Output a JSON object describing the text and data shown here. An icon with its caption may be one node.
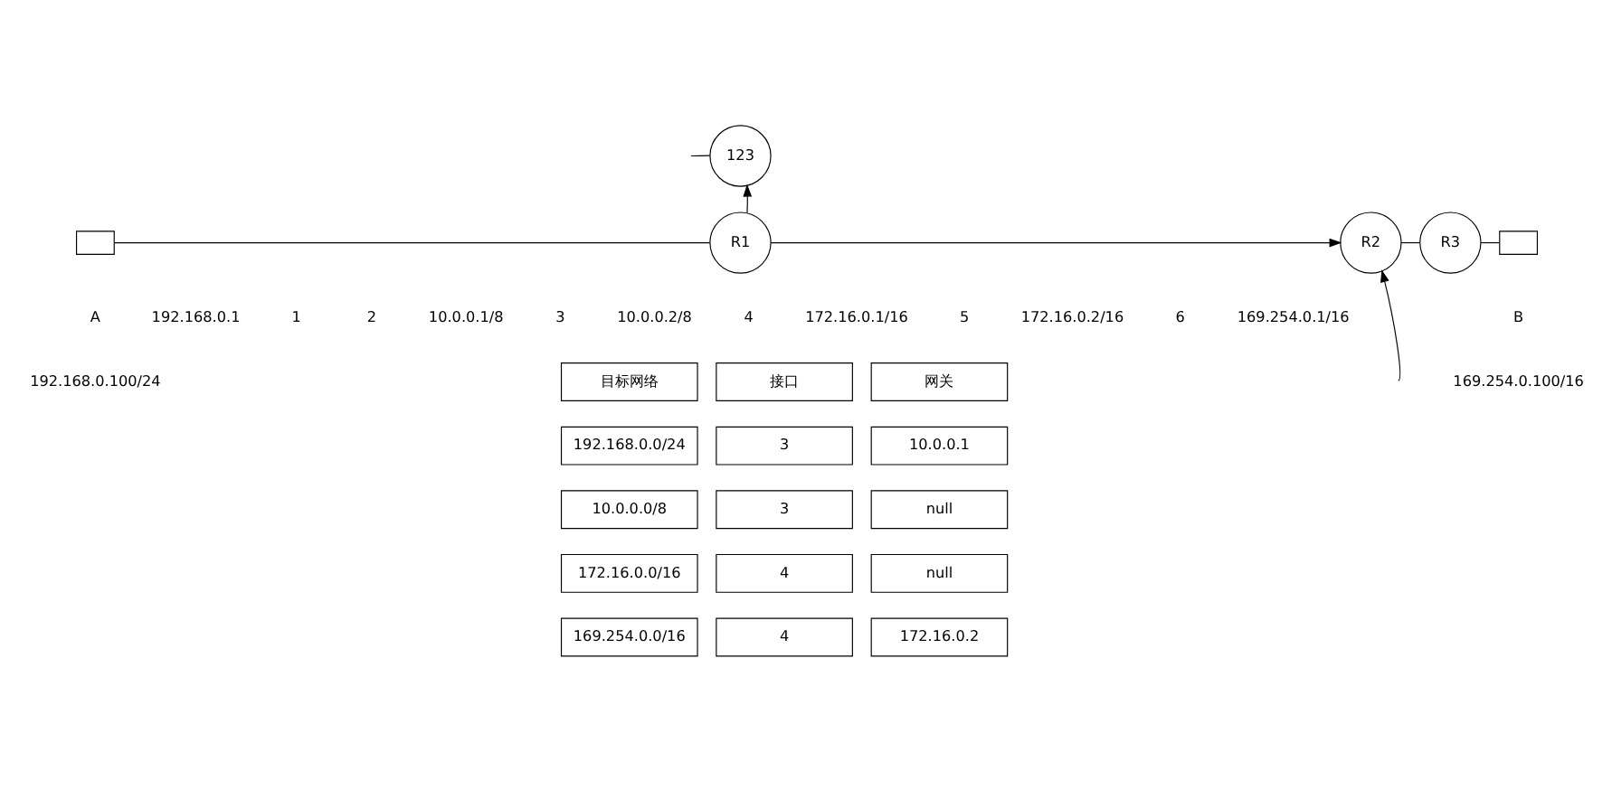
{
  "diagram": {
    "nodes": [
      {
        "text": [],
        "shape": "box",
        "beside": [
          "A",
          "192.168.0.100/24"
        ]
      },
      {
        "text": [
          "R1"
        ]
      },
      {
        "text": [
          "123"
        ]
      },
      {
        "text": [
          "R2"
        ]
      },
      {
        "text": [
          "R3"
        ]
      },
      {
        "text": [],
        "shape": "box",
        "beside": [
          "B",
          "169.254.0.100/16"
        ]
      }
    ],
    "edges": [
      {
        "from": 0,
        "to": 1,
        "arrow": "none"
      },
      {
        "from": 1,
        "to": 3,
        "arrow": "to"
      },
      {
        "from": 1,
        "to": 2,
        "arrow": "to"
      },
      {
        "from": null,
        "to": 2,
        "arrow": "none"
      },
      {
        "from": 3,
        "to": 4,
        "arrow": "none"
      },
      {
        "from": 4,
        "to": 5,
        "arrow": "none"
      },
      {
        "from": null,
        "to": 3,
        "arrow": "to"
      }
    ],
    "labels": [
      "192.168.0.1",
      "1",
      "2",
      "10.0.0.1/8",
      "3",
      "10.0.0.2/8",
      "4",
      "172.16.0.1/16",
      "5",
      "172.16.0.2/16",
      "6",
      "169.254.0.1/16",
      "目标网络",
      "接口",
      "网关",
      "192.168.0.0/24",
      "3",
      "10.0.0.1",
      "10.0.0.0/8",
      "3",
      "null",
      "172.16.0.0/16",
      "4",
      "null",
      "169.254.0.0/16",
      "4",
      "172.16.0.2"
    ]
  }
}
